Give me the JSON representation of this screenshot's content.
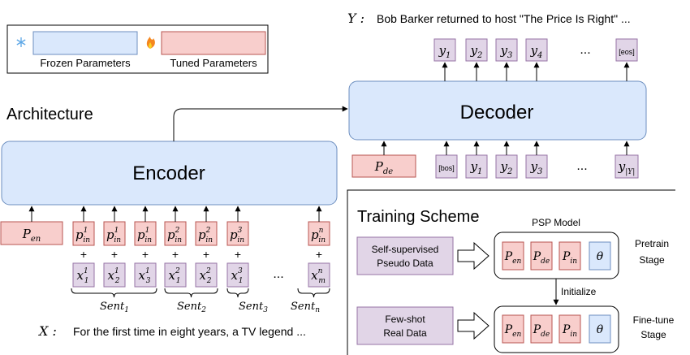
{
  "legend": {
    "frozen_icon": "snowflake-icon",
    "tuned_icon": "flame-icon",
    "frozen_label": "Frozen Parameters",
    "tuned_label": "Tuned Parameters"
  },
  "output_prefix": "Y :",
  "output_text": "Bob Barker returned to host \"The Price Is Right\" ...",
  "architecture_title": "Architecture",
  "decoder_label": "Decoder",
  "encoder_label": "Encoder",
  "decoder_outputs": [
    "y",
    "y",
    "y",
    "y",
    "[eos]"
  ],
  "decoder_output_subs": [
    "1",
    "2",
    "3",
    "4",
    ""
  ],
  "decoder_inputs": [
    "[bos]",
    "y",
    "y",
    "y",
    "y"
  ],
  "decoder_input_subs": [
    "",
    "1",
    "2",
    "3",
    "|Y|"
  ],
  "p_de": {
    "base": "P",
    "sub": "de"
  },
  "p_en": {
    "base": "P",
    "sub": "en"
  },
  "prompt_tokens_sup": [
    "1",
    "1",
    "1",
    "2",
    "2",
    "3",
    "n"
  ],
  "prompt_sub": "in",
  "input_tokens_sup": [
    "1",
    "1",
    "1",
    "2",
    "2",
    "3",
    "n"
  ],
  "input_tokens_sub": [
    "1",
    "2",
    "3",
    "1",
    "2",
    "1",
    "m"
  ],
  "sentence_labels": [
    {
      "base": "Sent",
      "sub": "1"
    },
    {
      "base": "Sent",
      "sub": "2"
    },
    {
      "base": "Sent",
      "sub": "3"
    },
    {
      "base": "Sent",
      "sub": "n"
    }
  ],
  "ellipsis": "...",
  "input_prefix": "X :",
  "input_text": "For the first time in eight years, a TV legend ...",
  "training": {
    "title": "Training Scheme",
    "model_title": "PSP Model",
    "pretrain_data_line1": "Self-supervised",
    "pretrain_data_line2": "Pseudo Data",
    "finetune_data_line1": "Few-shot",
    "finetune_data_line2": "Real Data",
    "initialize_label": "Initialize",
    "pretrain_stage_line1": "Pretrain",
    "pretrain_stage_line2": "Stage",
    "finetune_stage_line1": "Fine-tune",
    "finetune_stage_line2": "Stage",
    "params": [
      {
        "base": "P",
        "sub": "en"
      },
      {
        "base": "P",
        "sub": "de"
      },
      {
        "base": "P",
        "sub": "in"
      },
      {
        "base": "θ",
        "sub": ""
      }
    ]
  },
  "colors": {
    "frozen_fill": "#dae8fc",
    "frozen_stroke": "#6c8ebf",
    "tuned_fill": "#f8cecc",
    "tuned_stroke": "#b85450",
    "token_fill": "#e1d5e7",
    "token_stroke": "#9673a6"
  }
}
